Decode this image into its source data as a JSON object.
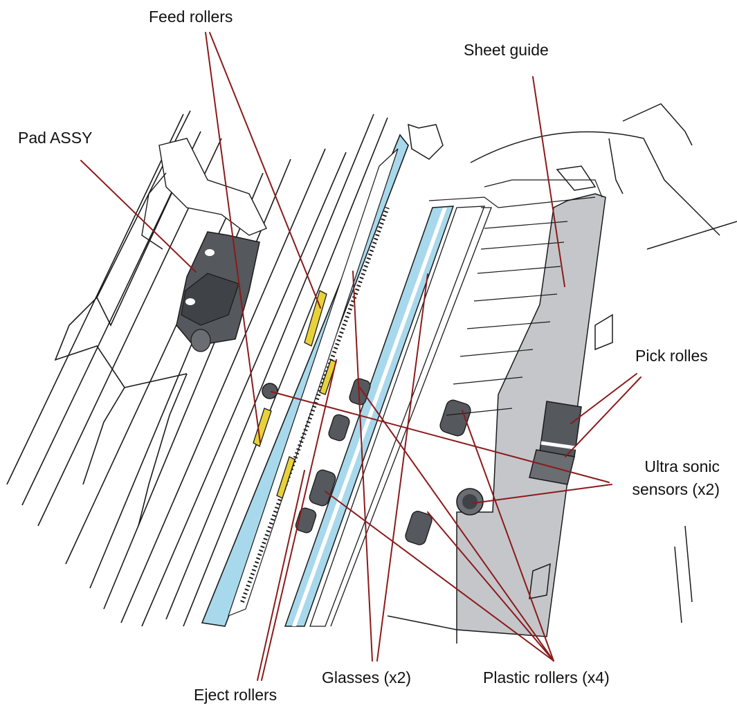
{
  "labels": {
    "feed_rollers": "Feed rollers",
    "sheet_guide": "Sheet guide",
    "pad_assy": "Pad ASSY",
    "pick_rolles": "Pick rolles",
    "ultra_sonic_line1": "Ultra sonic",
    "ultra_sonic_line2": "sensors (x2)",
    "eject_rollers": "Eject rollers",
    "glasses": "Glasses (x2)",
    "plastic_rollers": "Plastic rollers (x4)"
  },
  "colors": {
    "leader_line": "#8b1a1a",
    "outline": "#1a1a1a",
    "glass_blue": "#a8d8ec",
    "sheet_guide_grey": "#c4c6ca",
    "dark_part": "#55585c",
    "yellow_roller": "#e8d23a"
  }
}
